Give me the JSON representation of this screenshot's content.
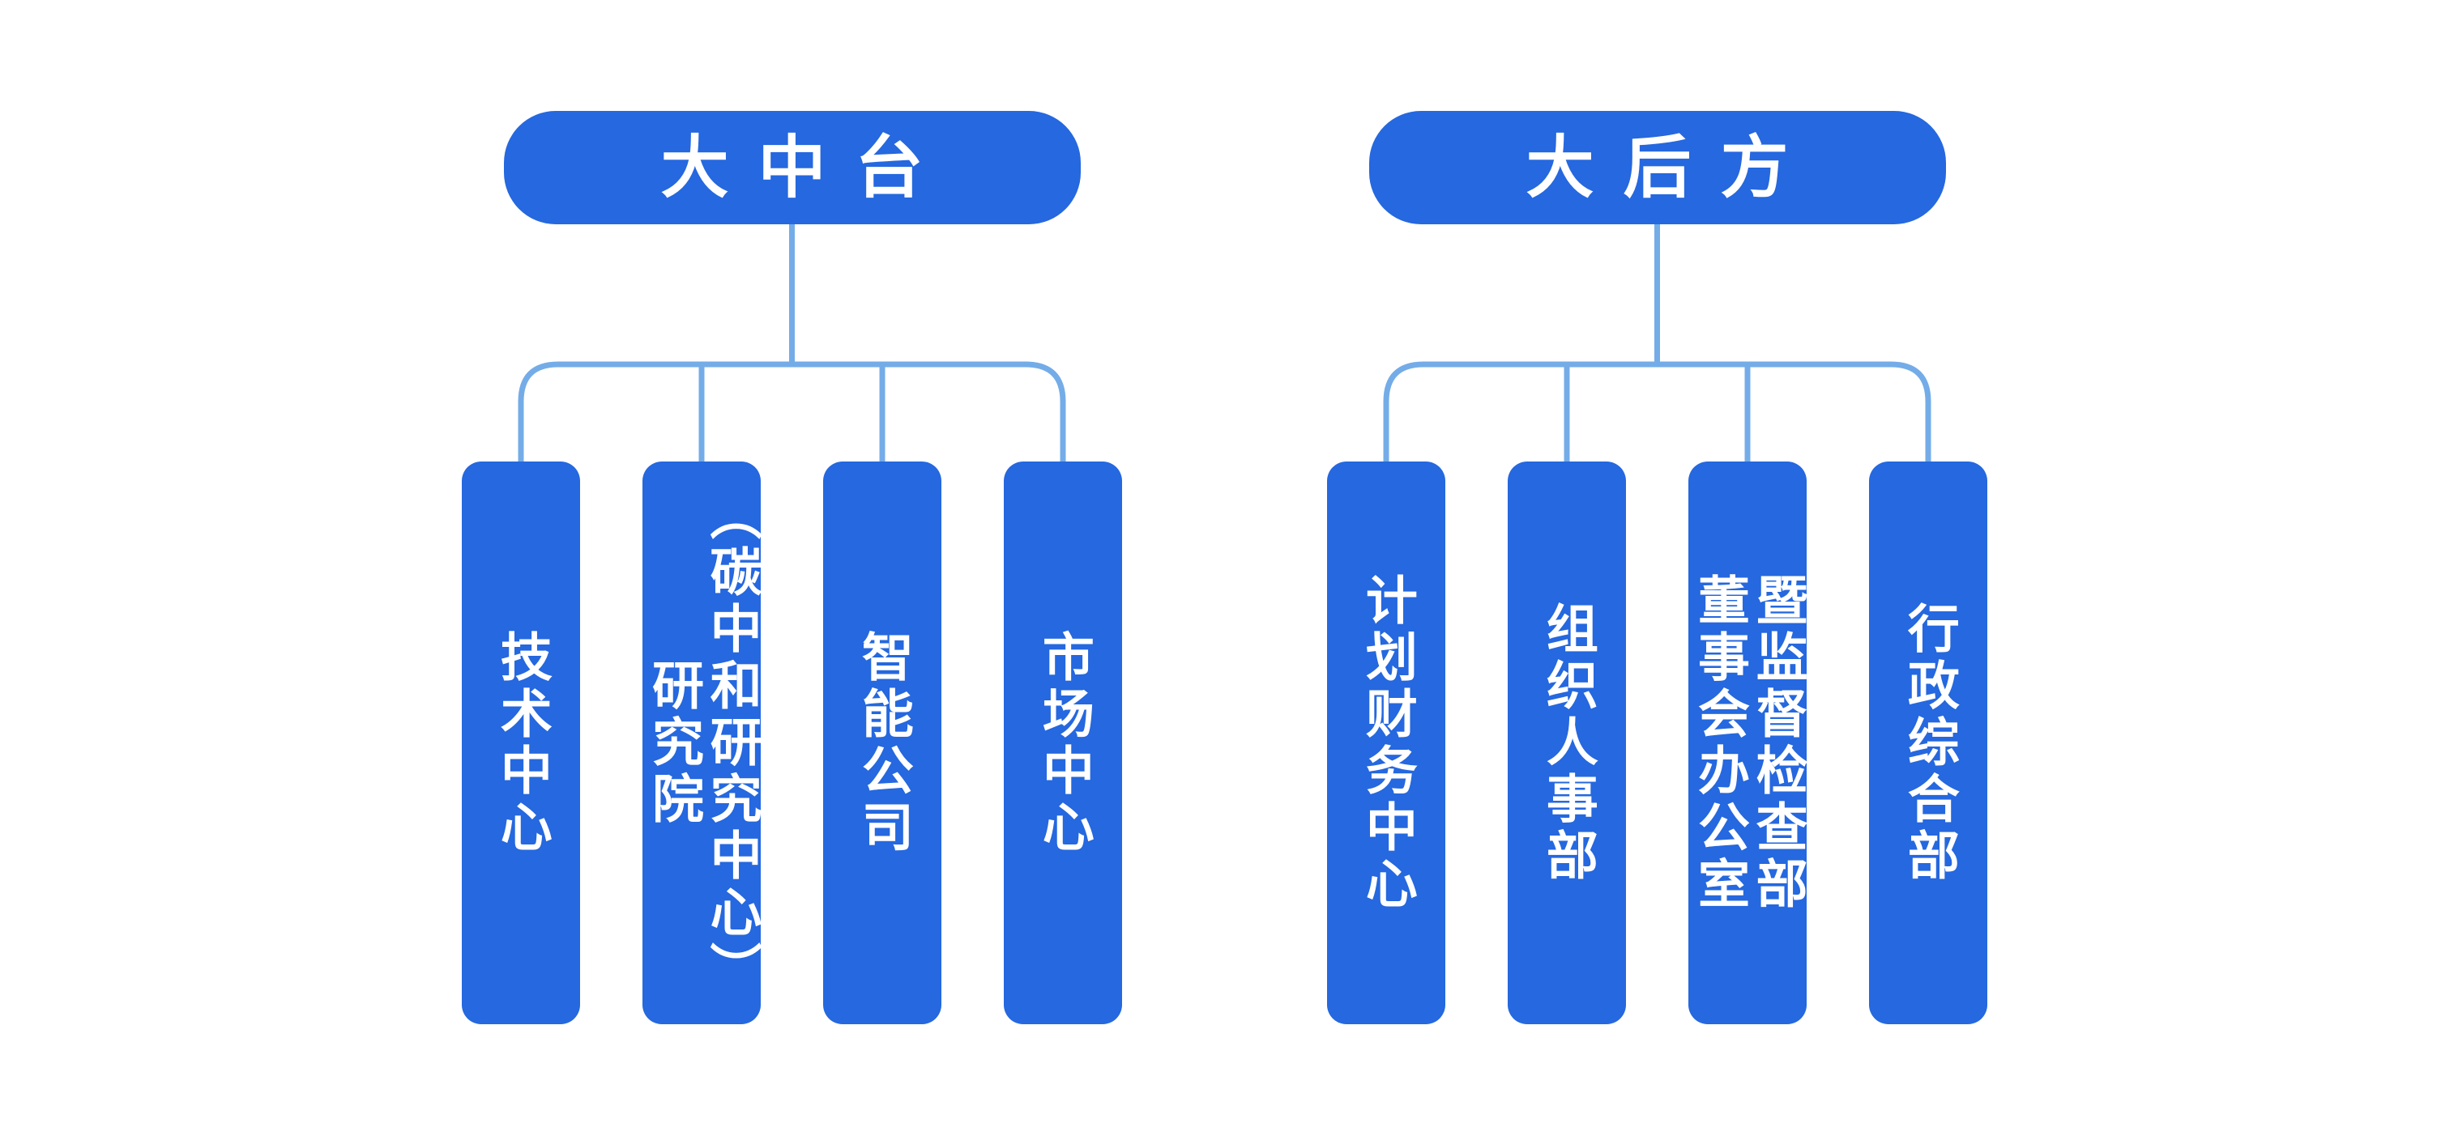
{
  "diagram": {
    "type": "org-chart",
    "colors": {
      "node_fill": "#2568DF",
      "connector_line": "#74ACE8",
      "node_text": "#FFFFFF",
      "background": "#FFFFFF"
    },
    "groups": [
      {
        "parent": "大中台",
        "children": [
          "技术中心",
          "研究院\n（碳中和研究中心）",
          "智能公司",
          "市场中心"
        ]
      },
      {
        "parent": "大后方",
        "children": [
          "计划财务中心",
          "组织人事部",
          "董事会办公室\n暨监督检查部",
          "行政综合部"
        ]
      }
    ]
  }
}
